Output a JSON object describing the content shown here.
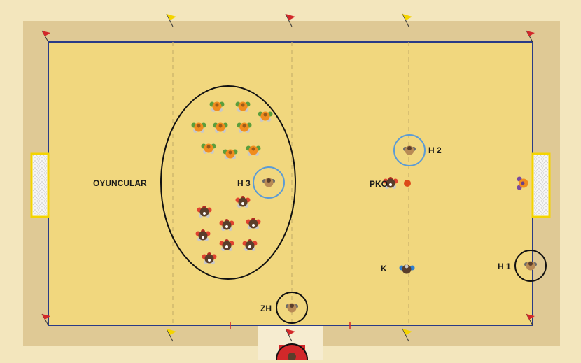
{
  "colors": {
    "background": "#f3e6bd",
    "surround": "#dfc995",
    "court": "#f1d77e",
    "court_line": "#2a3b86",
    "team_a": "#e0432f",
    "team_b": "#f08c1e",
    "referee_ring": "#5b9bd5",
    "official_ring": "#111111",
    "ball": "#dd4a1a",
    "flag_red": "#d2282a",
    "flag_yellow": "#f4d400"
  },
  "labels": {
    "players_group": "OYUNCULAR",
    "referee_1": "H 1",
    "referee_2": "H 2",
    "referee_3": "H 3",
    "pko": "PKO",
    "keeper": "K",
    "zh": "ZH"
  },
  "icons": [
    "player-icon",
    "ball-icon",
    "corner-flag-icon",
    "goal-icon"
  ]
}
